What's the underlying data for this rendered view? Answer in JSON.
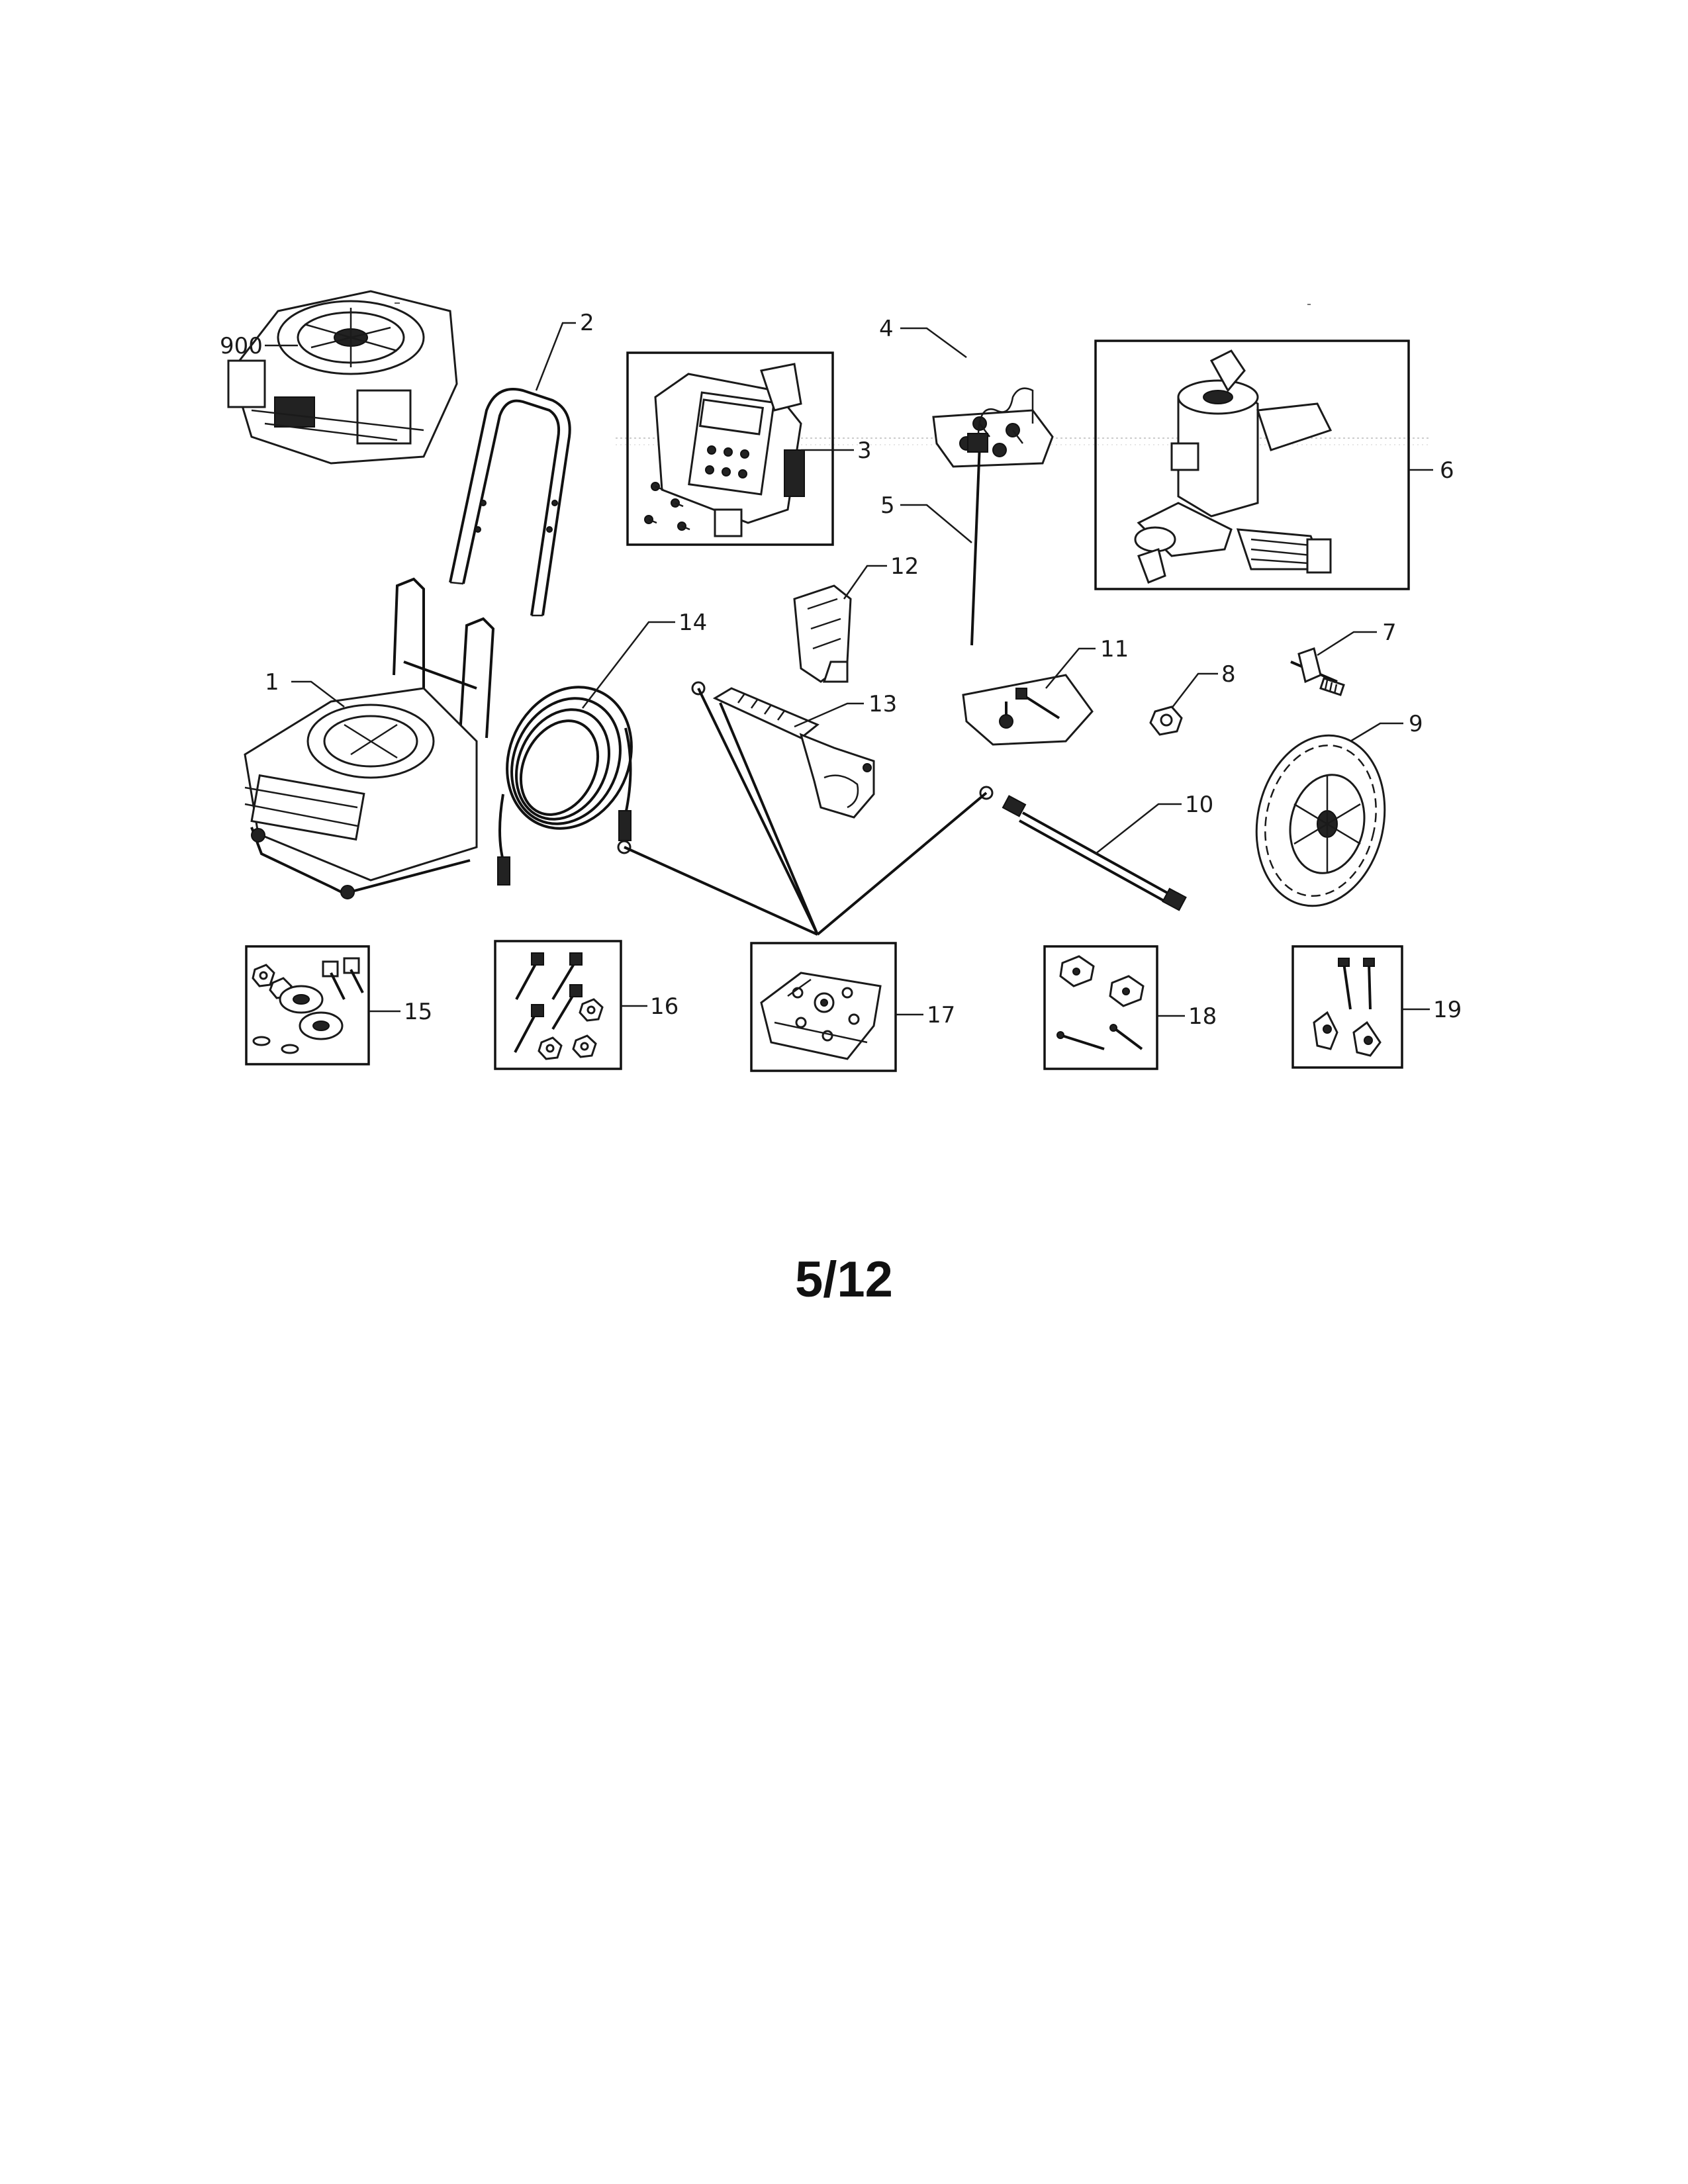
{
  "page_number": "5/12",
  "callouts": [
    "900",
    "2",
    "3",
    "4",
    "6",
    "5",
    "12",
    "14",
    "1",
    "13",
    "11",
    "8",
    "7",
    "9",
    "10",
    "15",
    "16",
    "17",
    "18",
    "19"
  ],
  "colors": {
    "ink": "#1a1a1a",
    "paper": "#ffffff"
  }
}
